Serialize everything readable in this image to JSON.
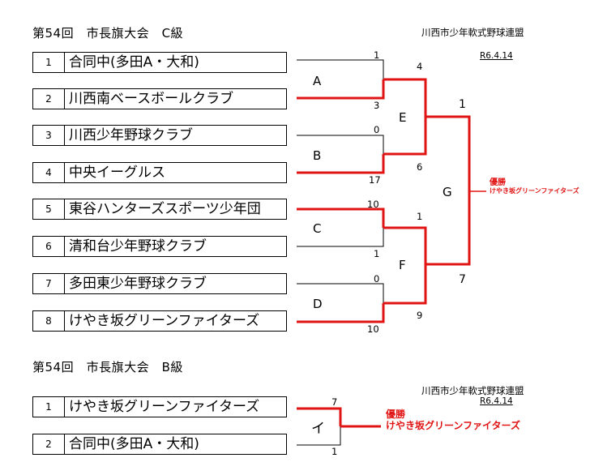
{
  "c_class": {
    "title": "第54回　市長旗大会　C級",
    "organizer": "川西市少年軟式野球連盟",
    "date": "R6.4.14",
    "teams": [
      {
        "no": "1",
        "name": "合同中(多田A・大和)"
      },
      {
        "no": "2",
        "name": "川西南ベースボールクラブ"
      },
      {
        "no": "3",
        "name": "川西少年野球クラブ"
      },
      {
        "no": "4",
        "name": "中央イーグルス"
      },
      {
        "no": "5",
        "name": "東谷ハンターズスポーツ少年団"
      },
      {
        "no": "6",
        "name": "清和台少年野球クラブ"
      },
      {
        "no": "7",
        "name": "多田東少年野球クラブ"
      },
      {
        "no": "8",
        "name": "けやき坂グリーンファイターズ"
      }
    ],
    "matches": {
      "A": {
        "label": "A",
        "top_score": "1",
        "bottom_score": "3"
      },
      "B": {
        "label": "B",
        "top_score": "0",
        "bottom_score": "17"
      },
      "C": {
        "label": "C",
        "top_score": "10",
        "bottom_score": "1"
      },
      "D": {
        "label": "D",
        "top_score": "0",
        "bottom_score": "10"
      },
      "E": {
        "label": "E",
        "top_score": "4",
        "bottom_score": "6"
      },
      "F": {
        "label": "F",
        "top_score": "1",
        "bottom_score": "9"
      },
      "G": {
        "label": "G",
        "top_score": "1",
        "bottom_score": "7"
      }
    },
    "champion_heading": "優勝",
    "champion_name": "けやき坂グリーンファイターズ"
  },
  "b_class": {
    "title": "第54回　市長旗大会　B級",
    "organizer": "川西市少年軟式野球連盟",
    "date": "R6.4.14",
    "teams": [
      {
        "no": "1",
        "name": "けやき坂グリーンファイターズ"
      },
      {
        "no": "2",
        "name": "合同中(多田A・大和)"
      }
    ],
    "match": {
      "label": "イ",
      "top_score": "7",
      "bottom_score": "1"
    },
    "champion_heading": "優勝",
    "champion_name": "けやき坂グリーンファイターズ"
  },
  "colors": {
    "winner_line": "#e11414",
    "line": "#000000"
  }
}
